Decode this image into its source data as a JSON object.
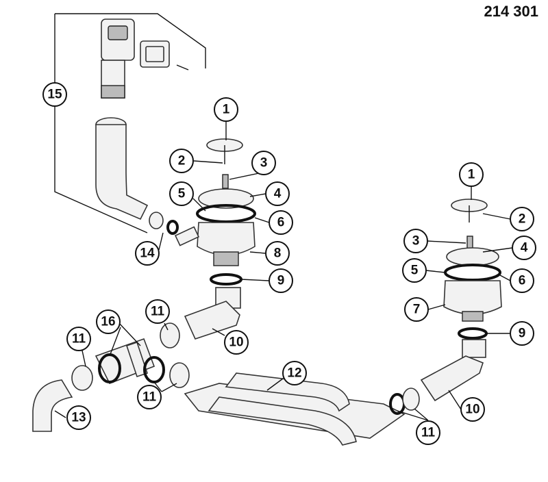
{
  "title": "214 301",
  "callouts": [
    "15",
    "1",
    "2",
    "3",
    "4",
    "5",
    "6",
    "8",
    "14",
    "9",
    "11",
    "16",
    "11",
    "10",
    "11",
    "13",
    "12",
    "11",
    "1",
    "2",
    "3",
    "4",
    "5",
    "6",
    "7",
    "9",
    "10"
  ]
}
